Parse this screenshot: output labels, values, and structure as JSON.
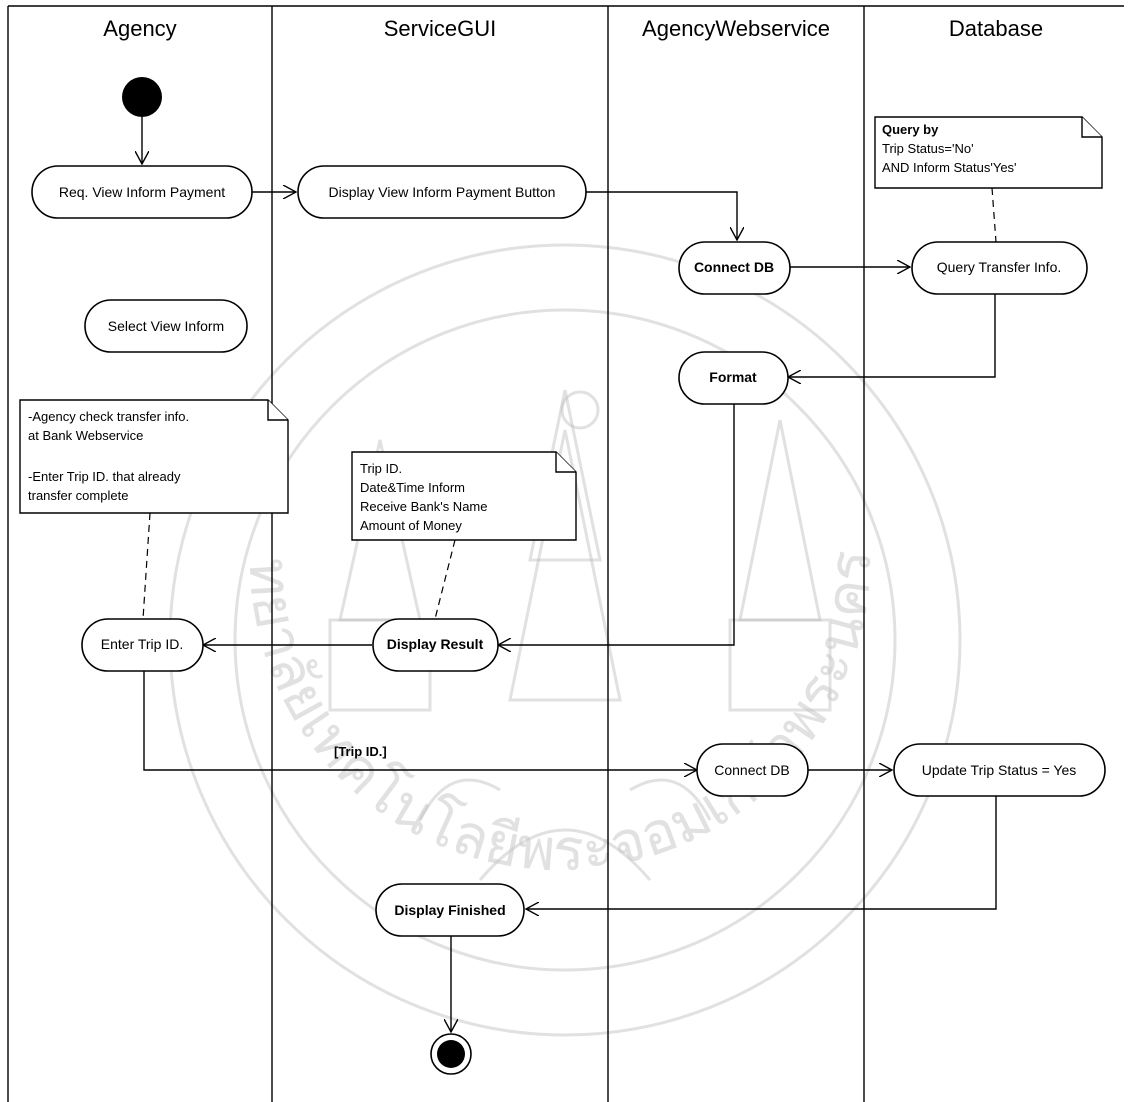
{
  "swimlanes": [
    "Agency",
    "ServiceGUI",
    "AgencyWebservice",
    "Database"
  ],
  "actions": {
    "req_view": "Req. View Inform Payment",
    "display_button": "Display View Inform Payment Button",
    "connect_db_1": "Connect DB",
    "query_transfer": "Query Transfer Info.",
    "select_view": "Select View Inform",
    "format": "Format",
    "display_result": "Display Result",
    "enter_trip": "Enter Trip ID.",
    "connect_db_2": "Connect DB",
    "update_trip": "Update Trip Status = Yes",
    "display_finished": "Display Finished"
  },
  "notes": {
    "query_note": [
      "Query by",
      "Trip Status='No'",
      "AND Inform Status'Yes'"
    ],
    "agency_note": [
      "-Agency check transfer info.",
      "at Bank Webservice",
      "",
      "-Enter Trip ID. that already",
      "transfer complete"
    ],
    "result_note": [
      "Trip ID.",
      "Date&Time Inform",
      "Receive Bank's Name",
      "Amount of Money"
    ]
  },
  "guard": "[Trip ID.]",
  "watermark": {
    "text": "มหาวิทยาลัยเทคโนโลยีพระจอมเกล้าพระนครเหนือ"
  }
}
